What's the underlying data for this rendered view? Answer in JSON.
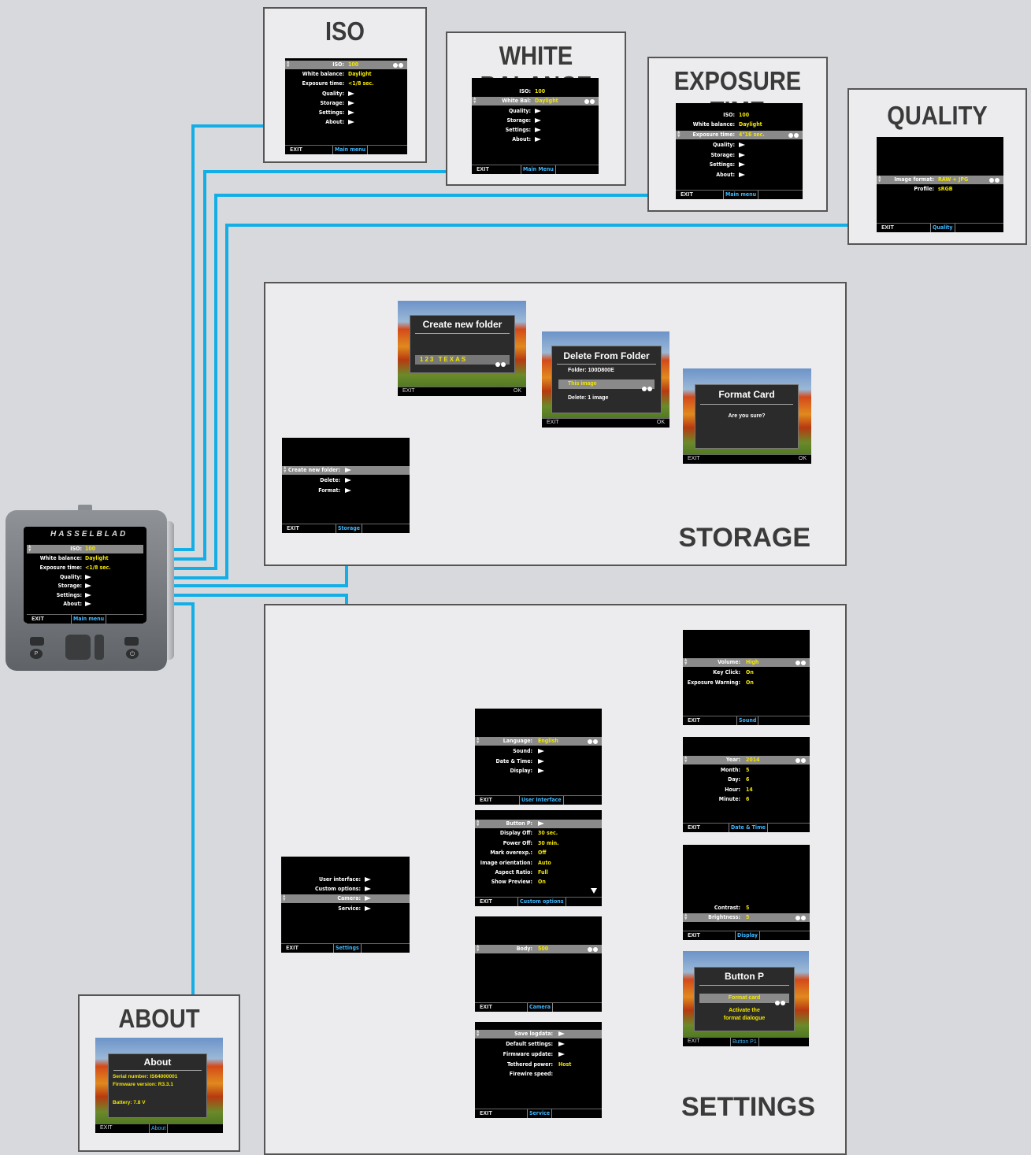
{
  "cards": {
    "iso": {
      "title": "ISO"
    },
    "wb": {
      "title": "WHITE BALANCE"
    },
    "exposure": {
      "title": "EXPOSURE TIME"
    },
    "quality": {
      "title": "QUALITY"
    },
    "about": {
      "title": "ABOUT"
    }
  },
  "sections": {
    "storage": "STORAGE",
    "settings": "SETTINGS"
  },
  "common": {
    "exit": "EXIT",
    "ok": "OK"
  },
  "camera": {
    "brand": "HASSELBLAD",
    "footer": "Main menu",
    "menu": [
      {
        "label": "ISO:",
        "value": "100"
      },
      {
        "label": "White balance:",
        "value": "Daylight"
      },
      {
        "label": "Exposure time:",
        "value": "<1/8 sec."
      },
      {
        "label": "Quality:",
        "value": ""
      },
      {
        "label": "Storage:",
        "value": ""
      },
      {
        "label": "Settings:",
        "value": ""
      },
      {
        "label": "About:",
        "value": ""
      }
    ]
  },
  "iso_screen": {
    "footer": "Main menu",
    "rows": [
      "ISO:",
      "White balance:",
      "Exposure time:",
      "Quality:",
      "Storage:",
      "Settings:",
      "About:"
    ],
    "values": [
      "100",
      "Daylight",
      "<1/8 sec."
    ]
  },
  "wb_screen": {
    "footer": "Main Menu",
    "rows": [
      "ISO:",
      "White Bal:",
      "Quality:",
      "Storage:",
      "Settings:",
      "About:"
    ],
    "values": [
      "100",
      "Daylight"
    ]
  },
  "exp_screen": {
    "footer": "Main menu",
    "rows": [
      "ISO:",
      "White balance:",
      "Exposure time:",
      "Quality:",
      "Storage:",
      "Settings:",
      "About:"
    ],
    "values": [
      "100",
      "Daylight",
      "4\"16 sec."
    ]
  },
  "quality_screen": {
    "footer": "Quality",
    "rows": [
      "Image format:",
      "Profile:"
    ],
    "values": [
      "RAW + JPG",
      "sRGB"
    ]
  },
  "storage_screen": {
    "footer": "Storage",
    "rows": [
      "Create new folder:",
      "Delete:",
      "Format:"
    ]
  },
  "create_folder": {
    "title": "Create new folder",
    "value": "123 TEXAS"
  },
  "delete_folder": {
    "title": "Delete From Folder",
    "folder": "Folder: 100D800E",
    "option": "This image",
    "count": "Delete: 1 image"
  },
  "format_card": {
    "title": "Format Card",
    "question": "Are you sure?"
  },
  "settings_screen": {
    "footer": "Settings",
    "rows": [
      "User interface:",
      "Custom options:",
      "Camera:",
      "Service:"
    ]
  },
  "ui_screen": {
    "footer": "User Interface",
    "rows": [
      "Language:",
      "Sound:",
      "Date & Time:",
      "Display:"
    ],
    "values": [
      "English"
    ]
  },
  "custom_screen": {
    "footer": "Custom options",
    "rows": [
      "Button P:",
      "Display Off:",
      "Power Off:",
      "Mark overexp.:",
      "Image orientation:",
      "Aspect Ratio:",
      "Show Preview:"
    ],
    "values": [
      "",
      "30 sec.",
      "30 min.",
      "Off",
      "Auto",
      "Full",
      "On"
    ]
  },
  "camera_screen": {
    "footer": "Camera",
    "rows": [
      "Body:"
    ],
    "values": [
      "500"
    ]
  },
  "service_screen": {
    "footer": "Service",
    "rows": [
      "Save logdata:",
      "Default settings:",
      "Firmware update:",
      "Tethered power:",
      "Firewire speed:"
    ],
    "values": [
      "",
      "",
      "",
      "Host",
      ""
    ]
  },
  "sound_screen": {
    "footer": "Sound",
    "rows": [
      "Volume:",
      "Key Click:",
      "Exposure Warning:"
    ],
    "values": [
      "High",
      "On",
      "On"
    ]
  },
  "date_screen": {
    "footer": "Date & Time",
    "rows": [
      "Year:",
      "Month:",
      "Day:",
      "Hour:",
      "Minute:"
    ],
    "values": [
      "2014",
      "5",
      "6",
      "14",
      "6"
    ]
  },
  "display_screen": {
    "footer": "Display",
    "rows": [
      "Contrast:",
      "Brightness:"
    ],
    "values": [
      "5",
      "5"
    ]
  },
  "buttonp_screen": {
    "footer": "Button P1",
    "title": "Button P",
    "option": "Format card",
    "desc1": "Activate the",
    "desc2": "format dialogue"
  },
  "about_screen": {
    "footer": "About",
    "title": "About",
    "serial": "Serial number: IS64000001",
    "firmware": "Firmware version: R3.3.1",
    "battery": "Battery: 7.8 V"
  },
  "colors": {
    "connector": "#14aee6",
    "highlight": "#f2e600",
    "footer_link": "#3fb8ff"
  }
}
